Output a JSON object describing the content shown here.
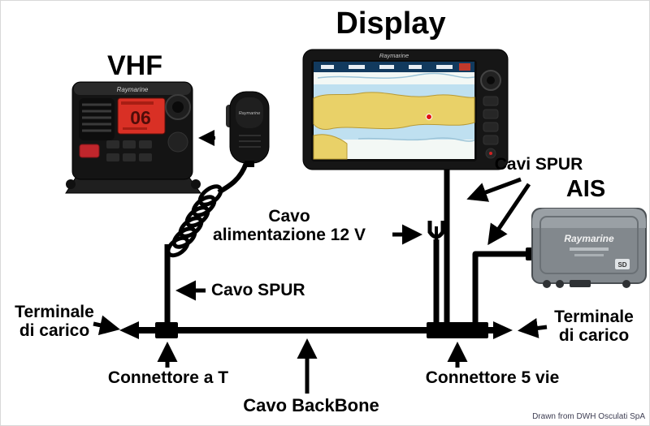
{
  "title": "Display",
  "devices": {
    "vhf": {
      "label": "VHF",
      "brand": "Raymarine",
      "channel": "06"
    },
    "display": {
      "brand": "Raymarine"
    },
    "mic": {
      "brand": "Raymarine"
    },
    "ais": {
      "label": "AIS",
      "brand": "Raymarine",
      "sd_badge": "SD"
    }
  },
  "cable_labels": {
    "cavi_spur": "Cavi SPUR",
    "cavo_alimentazione_line1": "Cavo",
    "cavo_alimentazione_line2": "alimentazione 12 V",
    "cavo_spur": "Cavo SPUR",
    "terminale_line1": "Terminale",
    "terminale_line2": "di carico",
    "connettore_t": "Connettore a T",
    "connettore_5vie": "Connettore 5 vie",
    "cavo_backbone": "Cavo BackBone"
  },
  "footer": "Drawn from DWH Osculati SpA",
  "colors": {
    "cable": "#000000",
    "vhf_screen": "#d93025",
    "land": "#e9d168",
    "shallow_water": "#bfe0f0",
    "ais_body": "#82888d",
    "marker_red": "#e11111"
  }
}
